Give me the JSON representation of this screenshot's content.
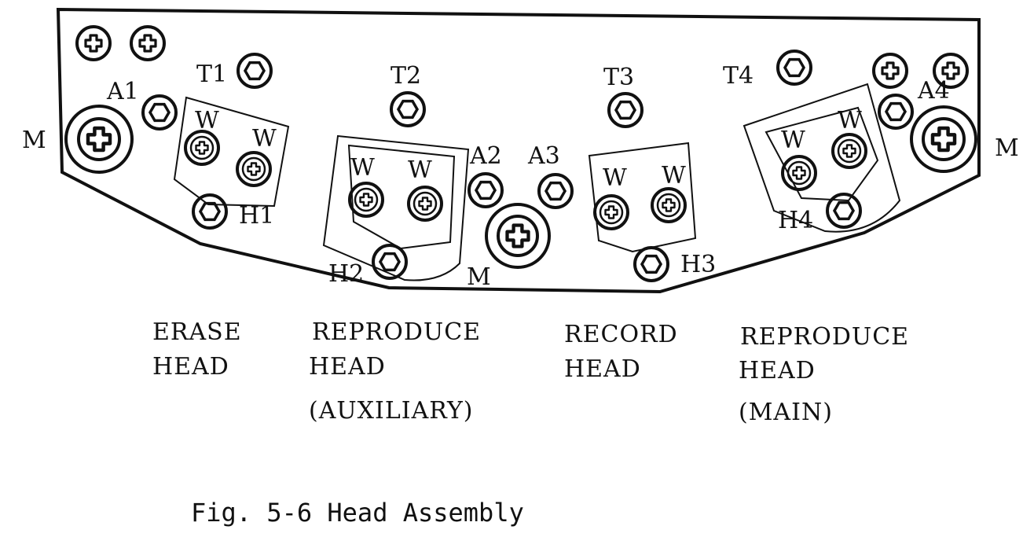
{
  "labels": {
    "m_left": "M",
    "m_right": "M",
    "m_center": "M",
    "t1": "T1",
    "t2": "T2",
    "t3": "T3",
    "t4": "T4",
    "a1": "A1",
    "a2": "A2",
    "a3": "A3",
    "a4": "A4",
    "h1": "H1",
    "h2": "H2",
    "h3": "H3",
    "h4": "H4",
    "w": "W"
  },
  "heads": {
    "erase": [
      "ERASE",
      "HEAD"
    ],
    "reproduce_aux": [
      "REPRODUCE",
      "HEAD",
      "(AUXILIARY)"
    ],
    "record": [
      "RECORD",
      "HEAD"
    ],
    "reproduce_main": [
      "REPRODUCE",
      "HEAD",
      "(MAIN)"
    ]
  },
  "caption": "Fig. 5-6 Head Assembly"
}
